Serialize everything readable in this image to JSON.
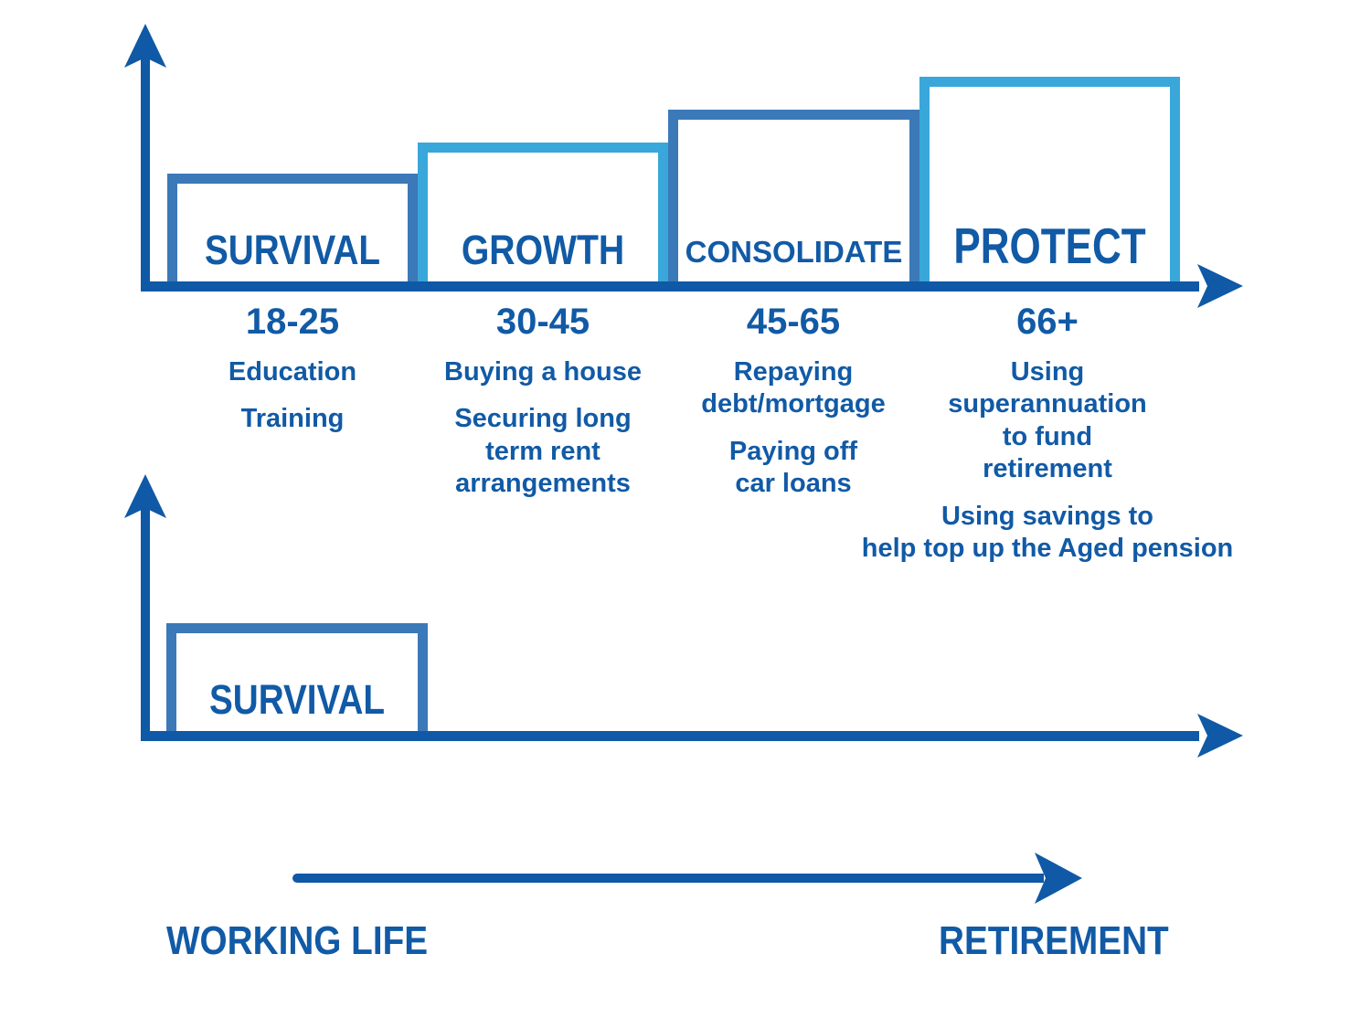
{
  "colors": {
    "axis": "#0f59a6",
    "text": "#115aa6",
    "box_border_medium": "#3b79b8",
    "box_border_light": "#39a7da"
  },
  "top_chart": {
    "stages": [
      {
        "label": "SURVIVAL",
        "age": "18-25",
        "items": [
          "Education",
          "Training"
        ]
      },
      {
        "label": "GROWTH",
        "age": "30-45",
        "items": [
          "Buying a house",
          "Securing long\nterm rent\narrangements"
        ]
      },
      {
        "label": "CONSOLIDATE",
        "age": "45-65",
        "items": [
          "Repaying\ndebt/mortgage",
          "Paying off\ncar loans"
        ]
      },
      {
        "label": "PROTECT",
        "age": "66+",
        "items": [
          "Using\nsuperannuation\nto fund\nretirement",
          "Using savings to\nhelp top up the Aged pension"
        ]
      }
    ]
  },
  "bottom_chart": {
    "box_label": "SURVIVAL"
  },
  "timeline": {
    "start_label": "WORKING LIFE",
    "end_label": "RETIREMENT"
  }
}
